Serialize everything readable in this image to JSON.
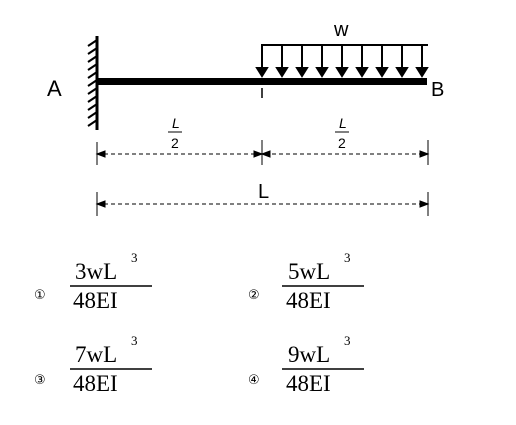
{
  "diagram": {
    "label_a": "A",
    "label_b": "B",
    "load_label": "w",
    "half_num": "L",
    "half_den": "2",
    "total_length": "L",
    "colors": {
      "line": "#000000",
      "background": "#ffffff"
    }
  },
  "options": [
    {
      "marker": "①",
      "numerator": "3wL",
      "exponent": "3",
      "denominator": "48EI"
    },
    {
      "marker": "②",
      "numerator": "5wL",
      "exponent": "3",
      "denominator": "48EI"
    },
    {
      "marker": "③",
      "numerator": "7wL",
      "exponent": "3",
      "denominator": "48EI"
    },
    {
      "marker": "④",
      "numerator": "9wL",
      "exponent": "3",
      "denominator": "48EI"
    }
  ]
}
